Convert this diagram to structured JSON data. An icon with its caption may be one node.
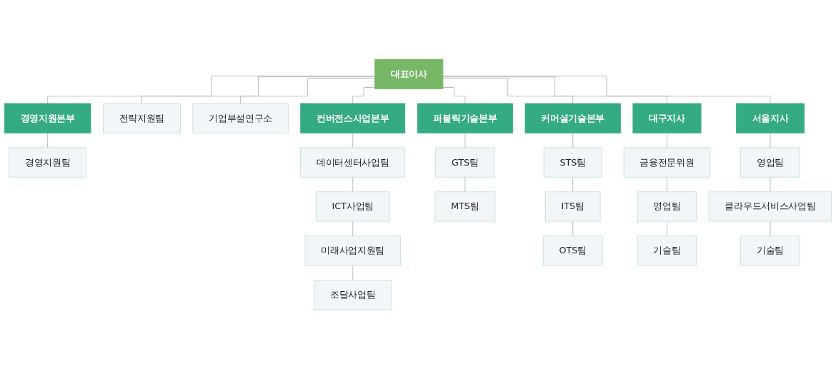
{
  "diagram": {
    "nodes": [
      {
        "text": [
          "경영지원본부"
        ]
      },
      {
        "text": [
          "대표이사"
        ]
      },
      {
        "text": [
          "전략지원팀"
        ]
      },
      {
        "text": [
          "경영지원팀"
        ]
      },
      {
        "text": [
          "기업부설연구소"
        ]
      },
      {
        "text": [
          "컨버전스사업본부"
        ]
      },
      {
        "text": [
          "퍼블릭기술본부"
        ]
      },
      {
        "text": [
          "커머셜기술본부"
        ]
      },
      {
        "text": [
          "대구지사"
        ]
      },
      {
        "text": [
          "서울지사"
        ]
      },
      {
        "text": [
          "데이터센터사업팀"
        ]
      },
      {
        "text": [
          "ICT사업팀"
        ]
      },
      {
        "text": [
          "미래사업지원팀"
        ]
      },
      {
        "text": [
          "조달사업팀"
        ]
      },
      {
        "text": [
          "GTS팀"
        ]
      },
      {
        "text": [
          "MTS팀"
        ]
      },
      {
        "text": [
          "STS팀"
        ]
      },
      {
        "text": [
          "ITS팀"
        ]
      },
      {
        "text": [
          "OTS팀"
        ]
      },
      {
        "text": [
          "금융전문위원"
        ]
      },
      {
        "text": [
          "영업팀"
        ]
      },
      {
        "text": [
          "기술팀"
        ]
      },
      {
        "text": [
          "영업팀"
        ]
      },
      {
        "text": [
          "클라우드서비스사업팀"
        ]
      },
      {
        "text": [
          "기술팀"
        ]
      }
    ],
    "edges": [
      {
        "from": 1,
        "to": 0,
        "arrow": "none"
      },
      {
        "from": 0,
        "to": 3,
        "arrow": "none"
      },
      {
        "from": 1,
        "to": 2,
        "arrow": "none"
      },
      {
        "from": 1,
        "to": 4,
        "arrow": "none"
      },
      {
        "from": 1,
        "to": 5,
        "arrow": "none"
      },
      {
        "from": 1,
        "to": 6,
        "arrow": "none"
      },
      {
        "from": 1,
        "to": 7,
        "arrow": "none"
      },
      {
        "from": 1,
        "to": 8,
        "arrow": "none"
      },
      {
        "from": 1,
        "to": 9,
        "arrow": "none"
      },
      {
        "from": 5,
        "to": 10,
        "arrow": "none"
      },
      {
        "from": 10,
        "to": 11,
        "arrow": "none"
      },
      {
        "from": 11,
        "to": 12,
        "arrow": "none"
      },
      {
        "from": 12,
        "to": 13,
        "arrow": "none"
      },
      {
        "from": 6,
        "to": 14,
        "arrow": "none"
      },
      {
        "from": 14,
        "to": 15,
        "arrow": "none"
      },
      {
        "from": 7,
        "to": 16,
        "arrow": "none"
      },
      {
        "from": 16,
        "to": 17,
        "arrow": "none"
      },
      {
        "from": 17,
        "to": 18,
        "arrow": "none"
      },
      {
        "from": 8,
        "to": 19,
        "arrow": "none"
      },
      {
        "from": 19,
        "to": 20,
        "arrow": "none"
      },
      {
        "from": 20,
        "to": 21,
        "arrow": "none"
      },
      {
        "from": 9,
        "to": 22,
        "arrow": "none"
      },
      {
        "from": 22,
        "to": 23,
        "arrow": "none"
      },
      {
        "from": 23,
        "to": 24,
        "arrow": "none"
      }
    ]
  }
}
